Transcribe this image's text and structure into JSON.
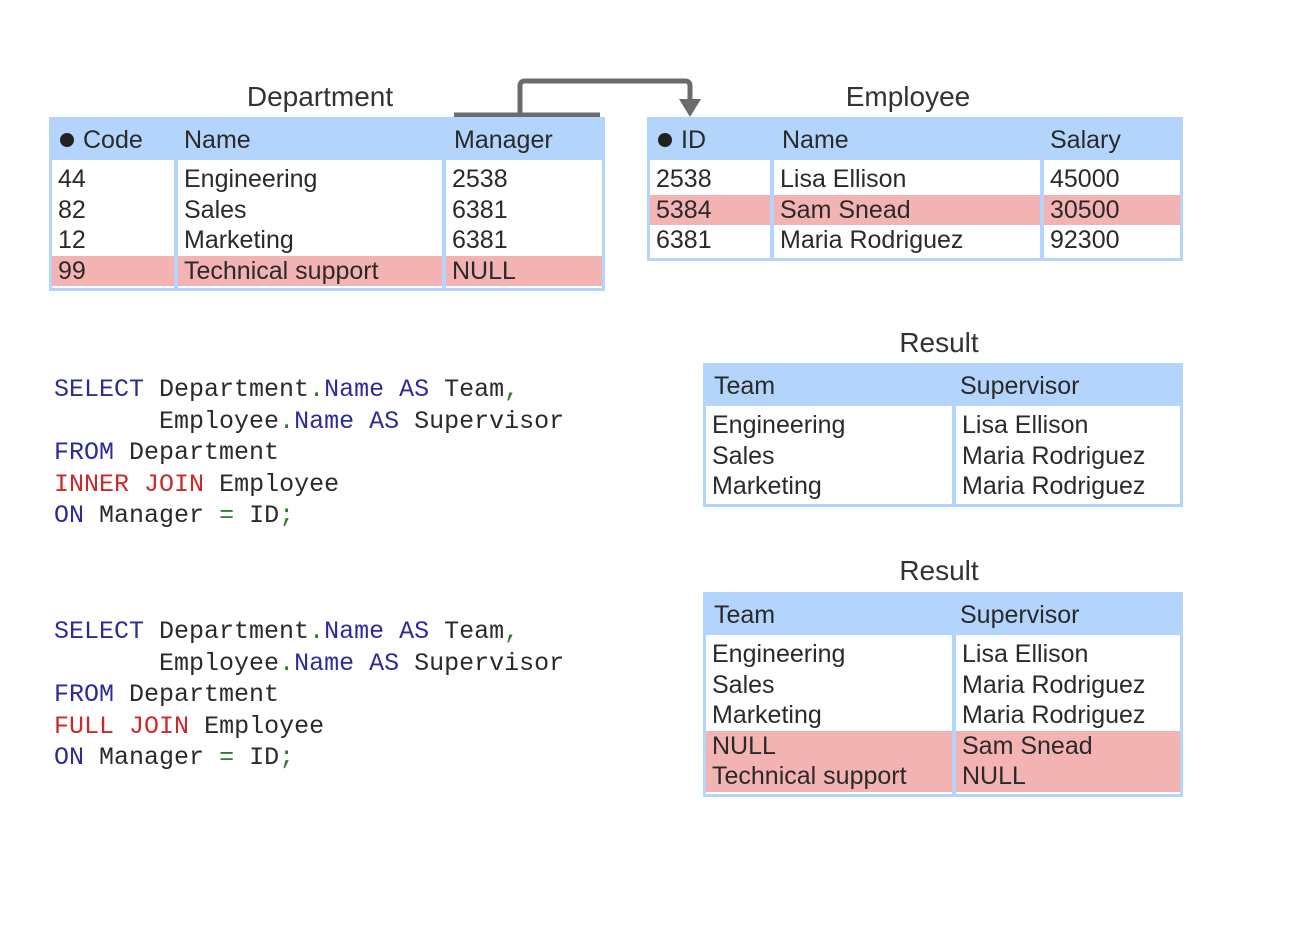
{
  "department": {
    "title": "Department",
    "headers": [
      "Code",
      "Name",
      "Manager"
    ],
    "rows": [
      [
        "44",
        "Engineering",
        "2538"
      ],
      [
        "82",
        "Sales",
        "6381"
      ],
      [
        "12",
        "Marketing",
        "6381"
      ],
      [
        "99",
        "Technical support",
        "NULL"
      ]
    ],
    "highlight_rows": [
      3
    ]
  },
  "employee": {
    "title": "Employee",
    "headers": [
      "ID",
      "Name",
      "Salary"
    ],
    "rows": [
      [
        "2538",
        "Lisa Ellison",
        "45000"
      ],
      [
        "5384",
        "Sam Snead",
        "30500"
      ],
      [
        "6381",
        "Maria Rodriguez",
        "92300"
      ]
    ],
    "highlight_rows": [
      1
    ]
  },
  "query_inner": {
    "select": "SELECT",
    "dept_prefix": "Department",
    "dot": ".",
    "name": "Name",
    "as": "AS",
    "team": "Team",
    "comma": ",",
    "emp_prefix": "Employee",
    "supervisor": "Supervisor",
    "from": "FROM",
    "from_table": "Department",
    "join_kw1": "INNER",
    "join_kw2": "JOIN",
    "join_table": "Employee",
    "on": "ON",
    "cond_left": "Manager",
    "eq": "=",
    "cond_right": "ID",
    "semi": ";"
  },
  "query_full": {
    "select": "SELECT",
    "dept_prefix": "Department",
    "dot": ".",
    "name": "Name",
    "as": "AS",
    "team": "Team",
    "comma": ",",
    "emp_prefix": "Employee",
    "supervisor": "Supervisor",
    "from": "FROM",
    "from_table": "Department",
    "join_kw1": "FULL",
    "join_kw2": "JOIN",
    "join_table": "Employee",
    "on": "ON",
    "cond_left": "Manager",
    "eq": "=",
    "cond_right": "ID",
    "semi": ";"
  },
  "result_inner": {
    "title": "Result",
    "headers": [
      "Team",
      "Supervisor"
    ],
    "rows": [
      [
        "Engineering",
        "Lisa Ellison"
      ],
      [
        "Sales",
        "Maria Rodriguez"
      ],
      [
        "Marketing",
        "Maria Rodriguez"
      ]
    ],
    "highlight_rows": []
  },
  "result_full": {
    "title": "Result",
    "headers": [
      "Team",
      "Supervisor"
    ],
    "rows": [
      [
        "Engineering",
        "Lisa Ellison"
      ],
      [
        "Sales",
        "Maria Rodriguez"
      ],
      [
        "Marketing",
        "Maria Rodriguez"
      ],
      [
        "NULL",
        "Sam Snead"
      ],
      [
        "Technical support",
        "NULL"
      ]
    ],
    "highlight_rows": [
      3,
      4
    ]
  },
  "colors": {
    "header_bg": "#b3d4fb",
    "highlight": "#f4b3b3",
    "keyword": "#2b2b9e",
    "join_keyword": "#cc2a2a",
    "punct": "#2e7d2e",
    "arrow": "#6b6b6b"
  },
  "icons": {
    "primary_key": "primary-key-dot-icon",
    "relation_arrow": "foreign-key-arrow-icon"
  }
}
